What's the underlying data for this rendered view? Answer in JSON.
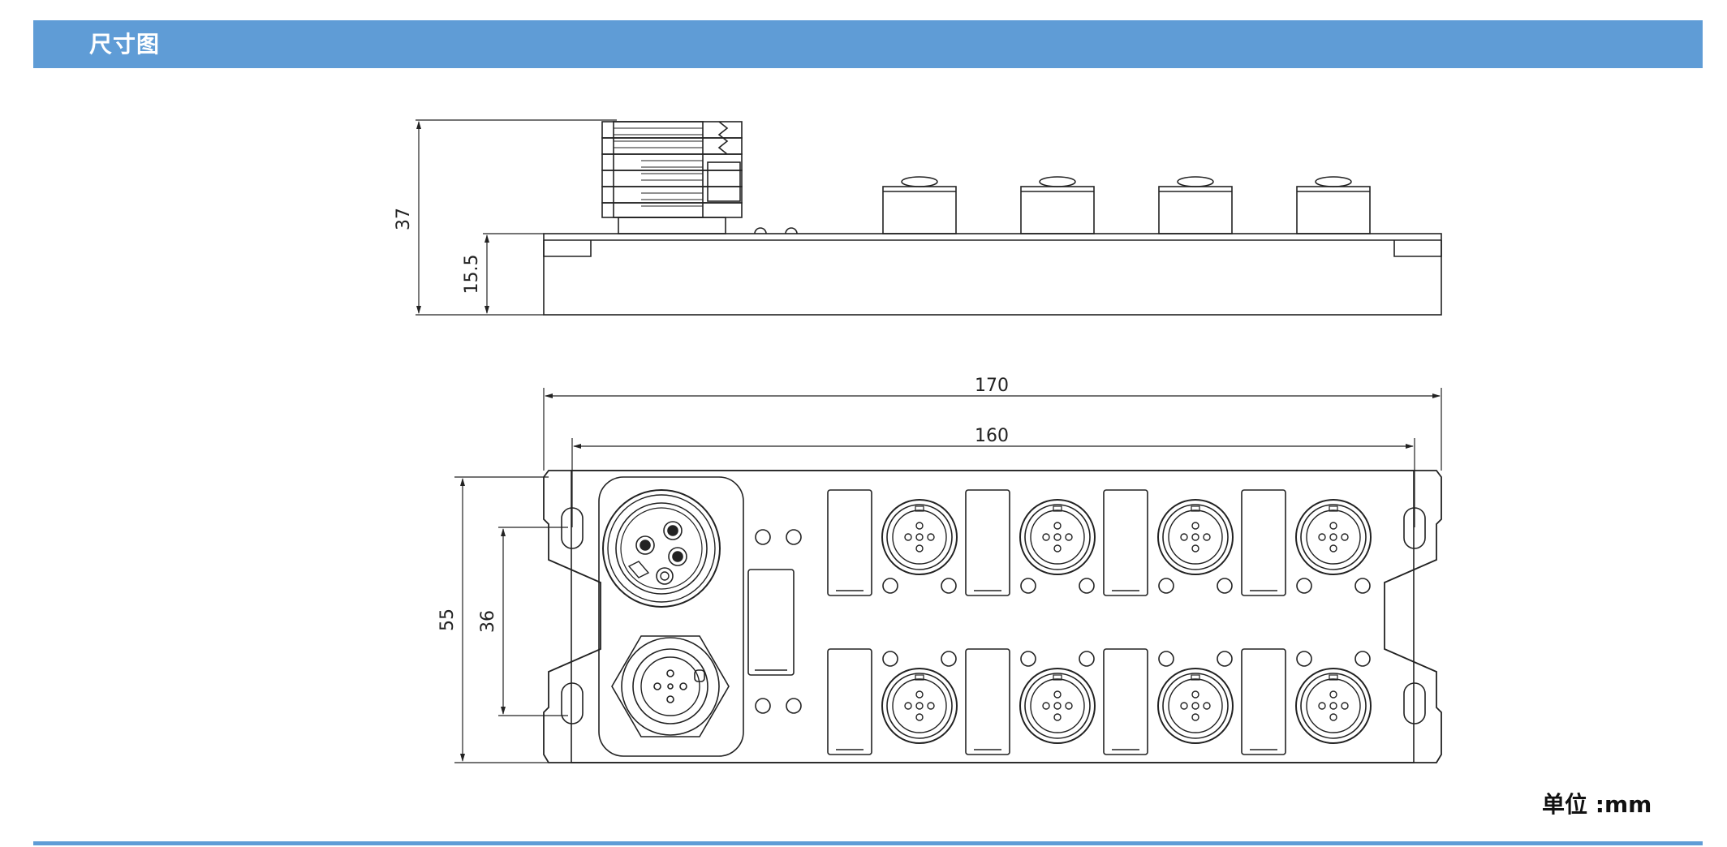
{
  "header": {
    "title": "尺寸图"
  },
  "dimensions": {
    "side_total_height": "37",
    "side_body_height": "15.5",
    "top_total_width": "170",
    "top_hole_spacing": "160",
    "top_total_height": "55",
    "top_hole_vertical_spacing": "36"
  },
  "unit_label": "单位 :mm",
  "colors": {
    "header_bg": "#5f9cd6",
    "header_text": "#ffffff",
    "line": "#222222"
  }
}
